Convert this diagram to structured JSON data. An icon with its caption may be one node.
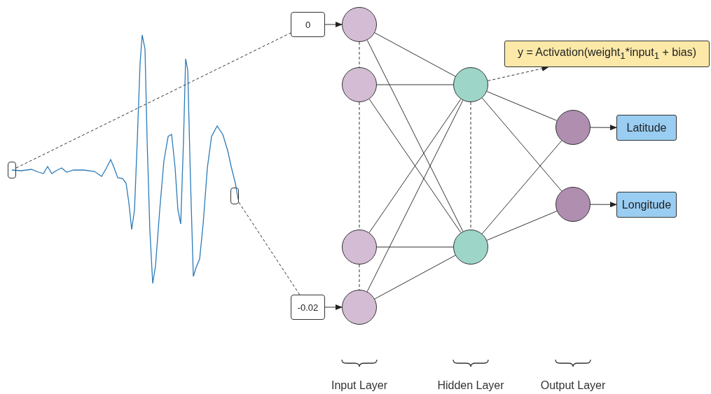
{
  "diagram": {
    "nodes": [
      {
        "text": [],
        "shape": "box"
      },
      {
        "text": [],
        "shape": "box"
      },
      {
        "text": [
          "0"
        ]
      },
      {
        "text": [
          "-0.02"
        ]
      },
      {
        "text": [],
        "shape": "circle"
      },
      {
        "text": [],
        "shape": "circle"
      },
      {
        "text": [],
        "shape": "circle"
      },
      {
        "text": [],
        "shape": "circle"
      },
      {
        "text": [],
        "shape": "circle"
      },
      {
        "text": [],
        "shape": "circle"
      },
      {
        "text": [],
        "shape": "circle"
      },
      {
        "text": [],
        "shape": "circle"
      },
      {
        "text": [
          "y = Activation(weight$_{1}$*input$_{1}$ + bias)"
        ]
      },
      {
        "text": [
          "Latitude"
        ]
      },
      {
        "text": [
          "Longitude"
        ]
      }
    ],
    "edges": [
      {
        "from": 0,
        "to": 2,
        "arrow": "none",
        "style": "dashed"
      },
      {
        "from": 1,
        "to": 3,
        "arrow": "none",
        "style": "dashed"
      },
      {
        "from": 2,
        "to": 4,
        "arrow": "to"
      },
      {
        "from": 3,
        "to": 7,
        "arrow": "to"
      },
      {
        "from": 4,
        "to": 5,
        "arrow": "none",
        "style": "dashed"
      },
      {
        "from": 5,
        "to": 6,
        "arrow": "none",
        "style": "dashed"
      },
      {
        "from": 6,
        "to": 7,
        "arrow": "none",
        "style": "dashed"
      },
      {
        "from": 8,
        "to": 9,
        "arrow": "none",
        "style": "dashed"
      },
      {
        "from": 4,
        "to": 8,
        "arrow": "none"
      },
      {
        "from": 4,
        "to": 9,
        "arrow": "none"
      },
      {
        "from": 5,
        "to": 8,
        "arrow": "none"
      },
      {
        "from": 5,
        "to": 9,
        "arrow": "none"
      },
      {
        "from": 6,
        "to": 8,
        "arrow": "none"
      },
      {
        "from": 6,
        "to": 9,
        "arrow": "none"
      },
      {
        "from": 7,
        "to": 8,
        "arrow": "none"
      },
      {
        "from": 7,
        "to": 9,
        "arrow": "none"
      },
      {
        "from": 8,
        "to": 10,
        "arrow": "none"
      },
      {
        "from": 8,
        "to": 11,
        "arrow": "none"
      },
      {
        "from": 9,
        "to": 10,
        "arrow": "none"
      },
      {
        "from": 9,
        "to": 11,
        "arrow": "none"
      },
      {
        "from": 8,
        "to": 12,
        "arrow": "to",
        "style": "dashed"
      },
      {
        "from": 10,
        "to": 13,
        "arrow": "to"
      },
      {
        "from": 11,
        "to": 14,
        "arrow": "to"
      }
    ],
    "labels": [
      "Input Layer",
      "Hidden Layer",
      "Output Layer"
    ]
  }
}
